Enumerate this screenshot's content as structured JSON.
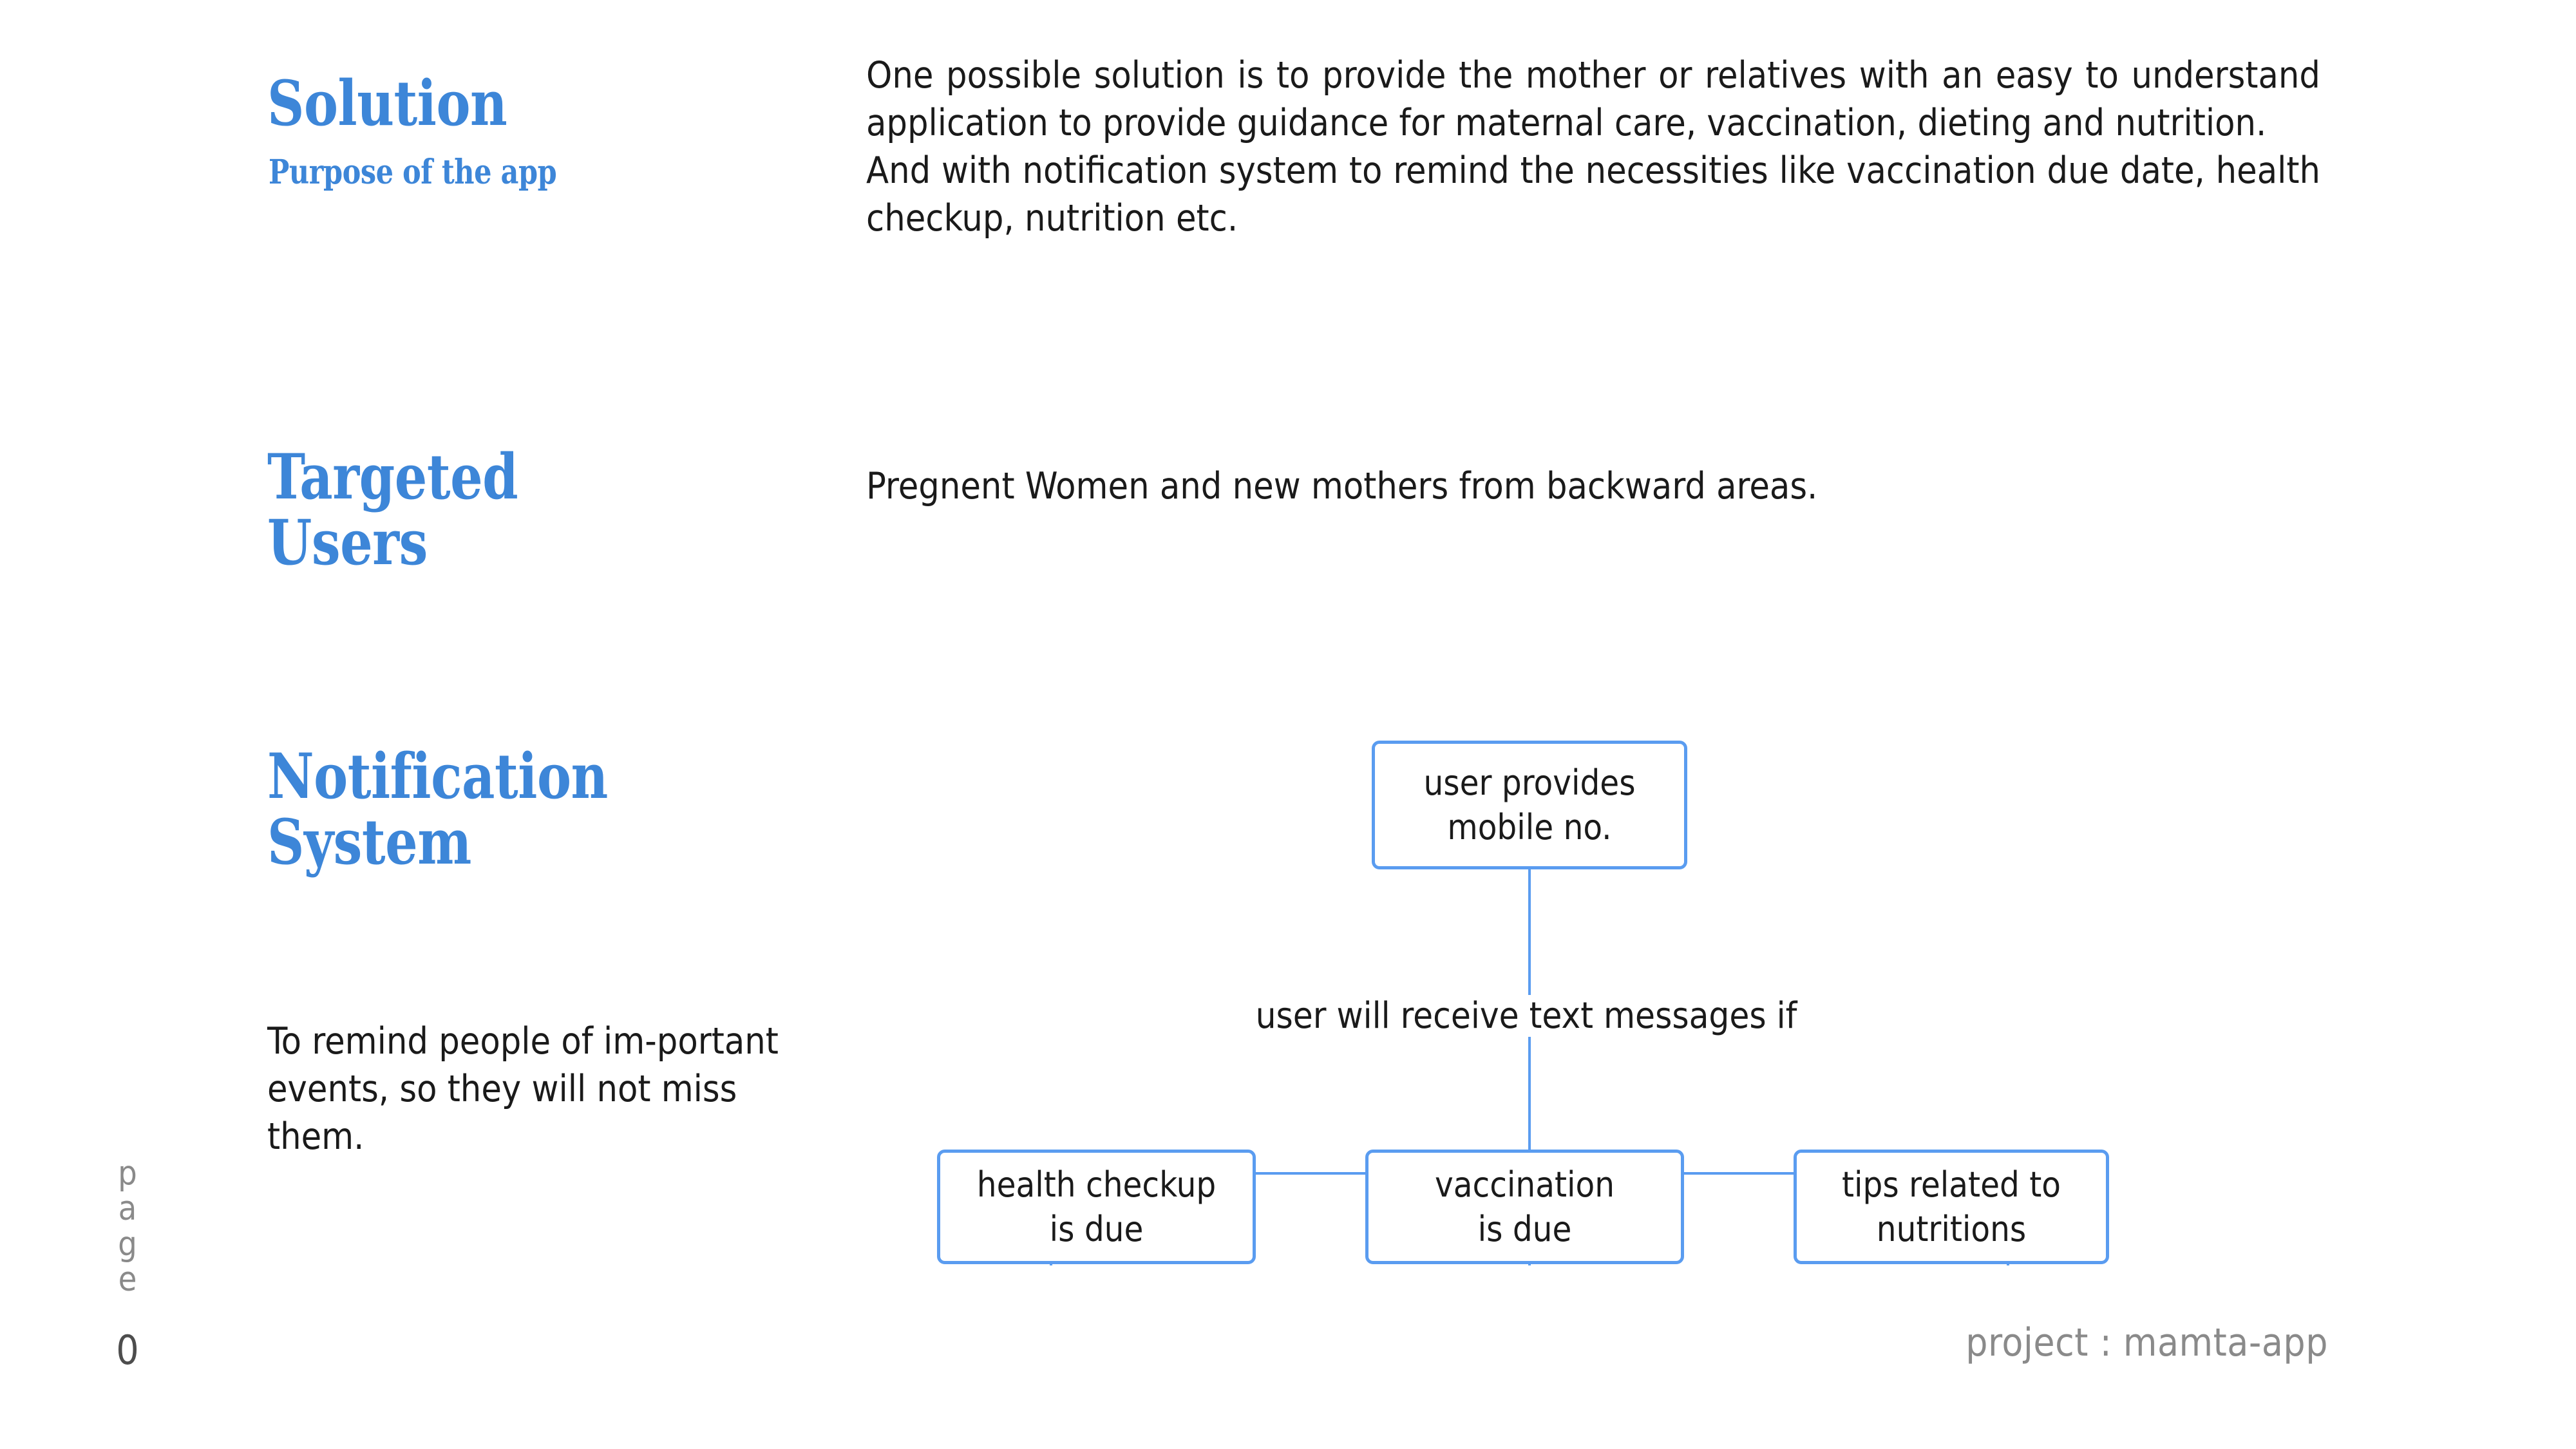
{
  "slide": {
    "accent_blue": "#3d86d8",
    "node_border_blue": "#5a9cf0",
    "footer_note": "project : mamta-app",
    "page_word": "page",
    "page_number": "0"
  },
  "sections": [
    {
      "heading": "Solution",
      "subheading": "Purpose of the app",
      "paragraphs": [
        "One possible solution is to provide the mother or relatives with an easy to understand application to provide guidance for maternal care, vaccination, dieting and nutrition.",
        "And with notification system to remind the necessities like vaccination due date, health checkup, nutrition etc."
      ]
    },
    {
      "heading": "Targeted\nUsers",
      "paragraphs": [
        "Pregnent Women and new mothers from backward areas."
      ]
    },
    {
      "heading": "Notification\nSystem",
      "paragraphs": [
        "To remind people of im-portant events, so they will not miss them."
      ]
    }
  ],
  "diagram": {
    "root": "user provides\nmobile no.",
    "edge_caption": "user will receive text messages if",
    "leaves": [
      "health checkup\nis due",
      "vaccination\nis due",
      "tips related to\nnutritions"
    ]
  }
}
